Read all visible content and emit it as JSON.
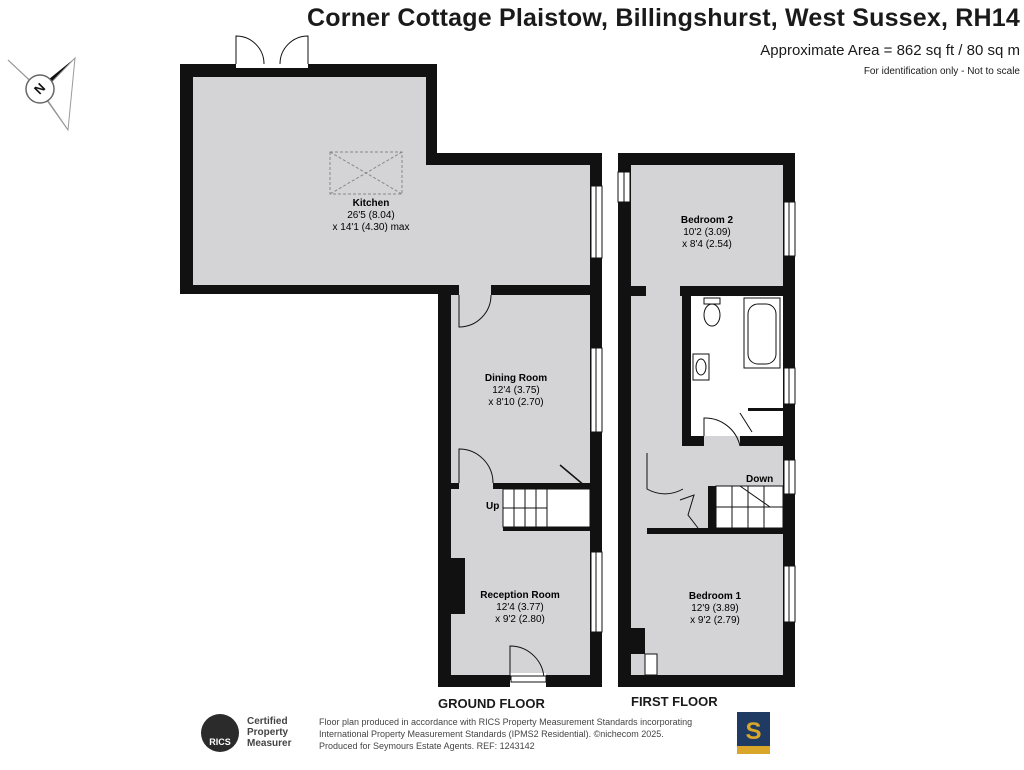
{
  "header": {
    "title": "Corner Cottage Plaistow, Billingshurst, West Sussex, RH14",
    "area": "Approximate Area = 862 sq ft / 80 sq m",
    "note": "For identification only - Not to scale"
  },
  "compass": {
    "label": "N"
  },
  "rooms": {
    "kitchen": {
      "name": "Kitchen",
      "dim1": "26'5 (8.04)",
      "dim2": "x 14'1 (4.30) max"
    },
    "dining": {
      "name": "Dining Room",
      "dim1": "12'4 (3.75)",
      "dim2": "x 8'10 (2.70)"
    },
    "reception": {
      "name": "Reception Room",
      "dim1": "12'4 (3.77)",
      "dim2": "x 9'2 (2.80)"
    },
    "bedroom2": {
      "name": "Bedroom 2",
      "dim1": "10'2 (3.09)",
      "dim2": "x 8'4 (2.54)"
    },
    "bedroom1": {
      "name": "Bedroom 1",
      "dim1": "12'9 (3.89)",
      "dim2": "x 9'2 (2.79)"
    }
  },
  "stairs": {
    "up": "Up",
    "down": "Down"
  },
  "floors": {
    "ground": "GROUND FLOOR",
    "first": "FIRST FLOOR"
  },
  "footer": {
    "line1": "Floor plan produced in accordance with RICS Property Measurement Standards incorporating",
    "line2": "International Property Measurement Standards (IPMS2 Residential).   ©nichecom 2025.",
    "line3": "Produced for Seymours Estate Agents.   REF:  1243142",
    "rics_badge": "RICS",
    "rics_line1": "Certified",
    "rics_line2": "Property",
    "rics_line3": "Measurer",
    "brand_letter": "S"
  },
  "colors": {
    "wall": "#111111",
    "floor": "#d4d4d6",
    "window": "#ffffff"
  }
}
